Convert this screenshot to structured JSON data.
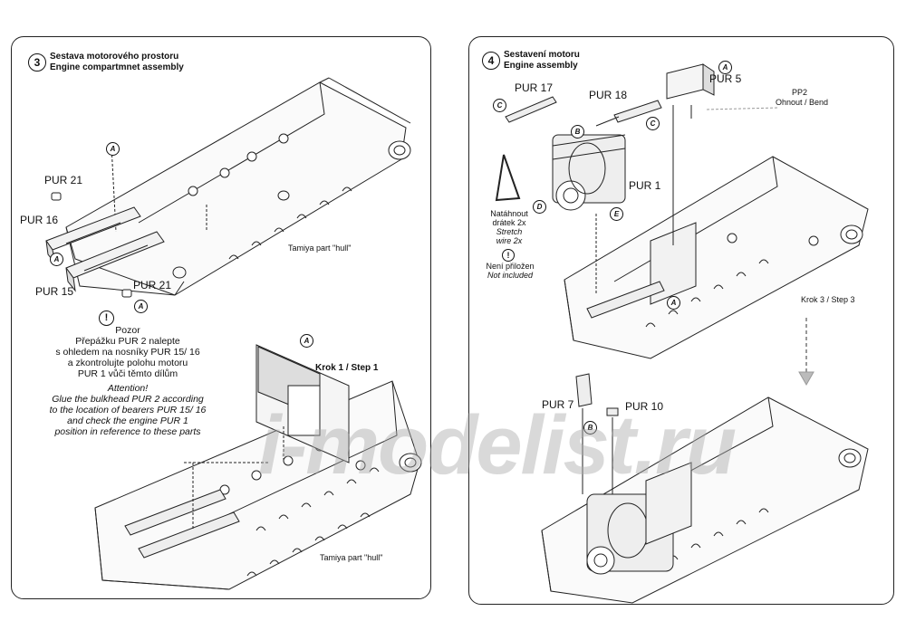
{
  "step3": {
    "number": "3",
    "title_cz": "Sestava motorového prostoru",
    "title_en": "Engine compartmnet assembly",
    "labels": {
      "pur21_top": "PUR 21",
      "pur16": "PUR 16",
      "pur15": "PUR 15",
      "pur21_bottom": "PUR 21",
      "tamiya_top": "Tamiya part \"hull\"",
      "tamiya_bottom": "Tamiya part \"hull\"",
      "krok1": "Krok 1 / Step 1"
    },
    "badges": [
      "A",
      "A",
      "A",
      "A"
    ],
    "note_cz": [
      "Pozor",
      "Přepážku PUR 2 nalepte",
      "s ohledem na nosníky PUR 15/ 16",
      "a zkontrolujte polohu motoru",
      "PUR 1 vůči těmto dílům"
    ],
    "note_en": [
      "Attention!",
      "Glue the bulkhead PUR 2 according",
      "to the location of bearers PUR 15/ 16",
      "and check the engine PUR 1",
      "position in reference to these parts"
    ],
    "warning_symbol": "!"
  },
  "step4": {
    "number": "4",
    "title_cz": "Sestavení motoru",
    "title_en": "Engine assembly",
    "labels": {
      "pur17": "PUR 17",
      "pur18": "PUR 18",
      "pur5": "PUR 5",
      "pp2": "PP2",
      "pp2_sub": "Ohnout / Bend",
      "pur1": "PUR 1",
      "krok3": "Krok 3 / Step 3",
      "pur7": "PUR 7",
      "pur10": "PUR 10"
    },
    "stretch_wire": [
      "Natáhnout",
      "drátek 2x",
      "Stretch",
      "wire 2x"
    ],
    "not_included": [
      "Není přiložen",
      "Not included"
    ],
    "badges": {
      "a1": "A",
      "a2": "A",
      "b1": "B",
      "b2": "B",
      "c1": "C",
      "c2": "C",
      "d": "D",
      "e": "E"
    },
    "warning_symbol": "!"
  },
  "watermark": "i-modelist.ru"
}
